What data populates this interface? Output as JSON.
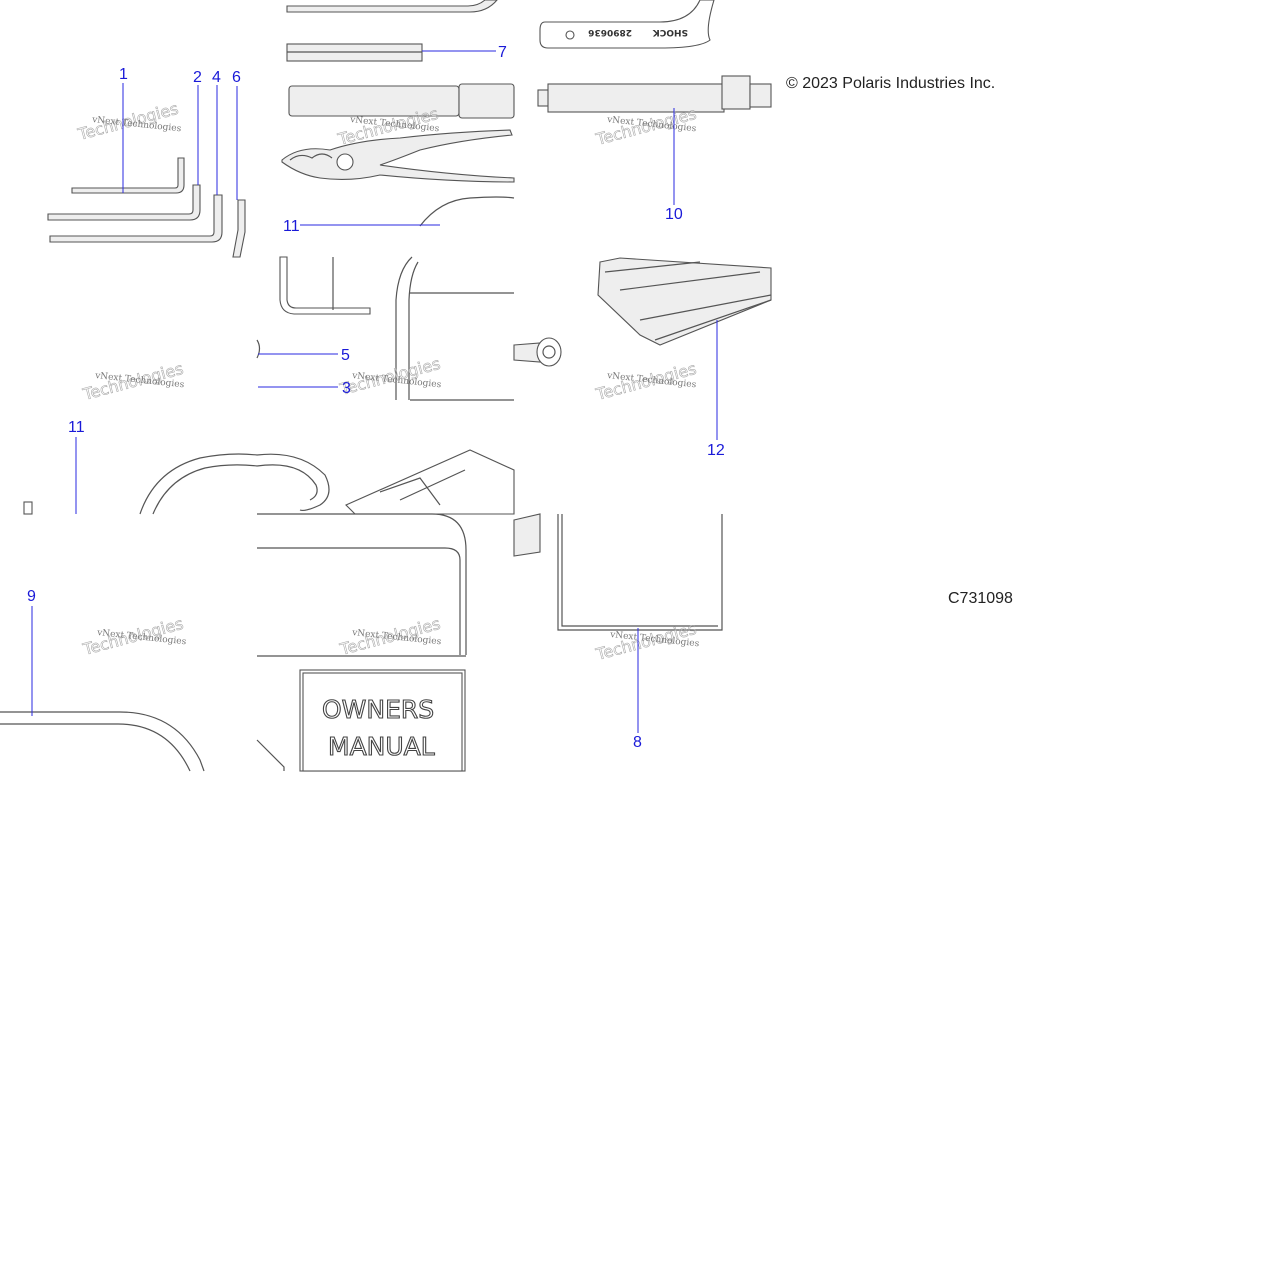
{
  "copyright": "© 2023 Polaris Industries Inc.",
  "figure_id": "C731098",
  "callouts": [
    "1",
    "2",
    "4",
    "6",
    "7",
    "10",
    "11",
    "5",
    "3",
    "11",
    "12",
    "9",
    "8"
  ],
  "tool_stamp": {
    "part_number": "2890636",
    "label": "SHOCK"
  },
  "manual_cover": {
    "line1": "OWNERS",
    "line2": "MANUAL"
  },
  "watermark": {
    "small": "vNext Technologies",
    "large": "Technologies",
    "large_prefix": "vNext"
  }
}
